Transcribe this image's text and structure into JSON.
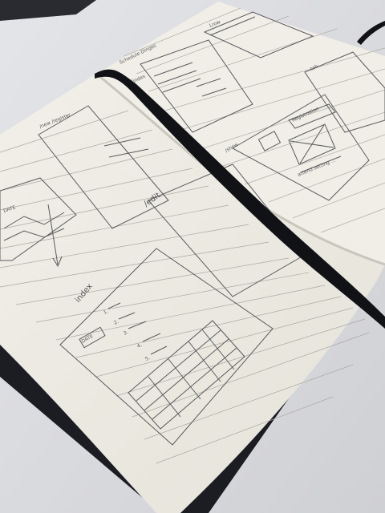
{
  "photo": {
    "subject": "open-notebook-with-ui-wireframe-sketches",
    "colors": {
      "table": "#d8d9dc",
      "paper": "#efede6",
      "paper_shadow": "#c9c6bc",
      "ruled_line": "#a9a8a3",
      "pencil": "#5a5b5f",
      "cover": "#1c1d22",
      "ribbon": "#111216"
    }
  },
  "sketch_labels": {
    "right_page": {
      "top_title": "Lrow",
      "header_title": "Schedule Dinges",
      "index_label": "/index",
      "tag_label": "tab",
      "show_label": "/show",
      "small_button_label": "Registration",
      "caption": "attend setting ..."
    },
    "left_page": {
      "top_title": "/new /register",
      "widget_label": "DATE",
      "edit_label": "/edit",
      "index_label": "index",
      "date_chip_label": "DATE",
      "list_numbers": [
        "1.",
        "2.",
        "3.",
        "4.",
        "5."
      ]
    }
  }
}
